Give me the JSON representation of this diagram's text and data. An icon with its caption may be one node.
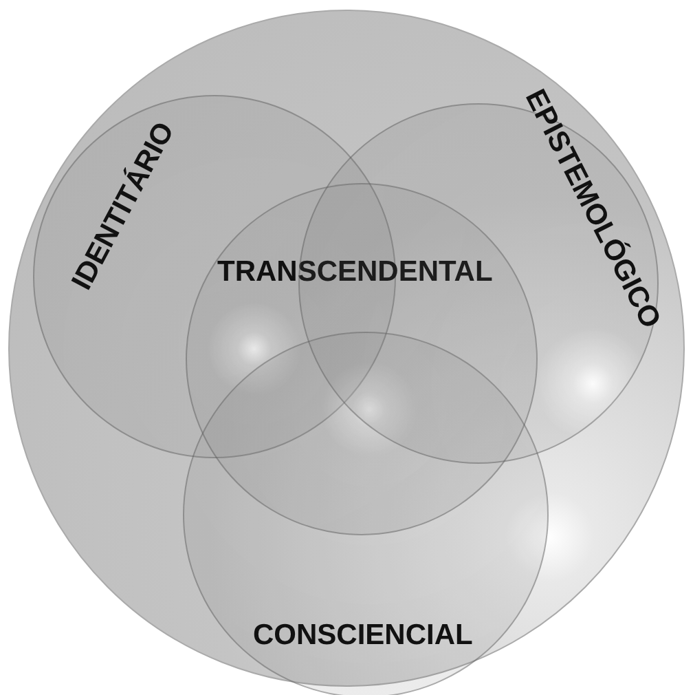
{
  "diagram": {
    "nodes": [
      {
        "text": [],
        "shape": "circle"
      },
      {
        "text": [
          "IDENTITÁRIO"
        ],
        "in": 0
      },
      {
        "text": [
          "EPISTEMOLÓGICO"
        ],
        "in": 0
      },
      {
        "text": [
          "TRANSCENDENTAL"
        ],
        "in": 0
      },
      {
        "text": [
          "CONSCIENCIAL"
        ],
        "in": 0
      }
    ]
  }
}
